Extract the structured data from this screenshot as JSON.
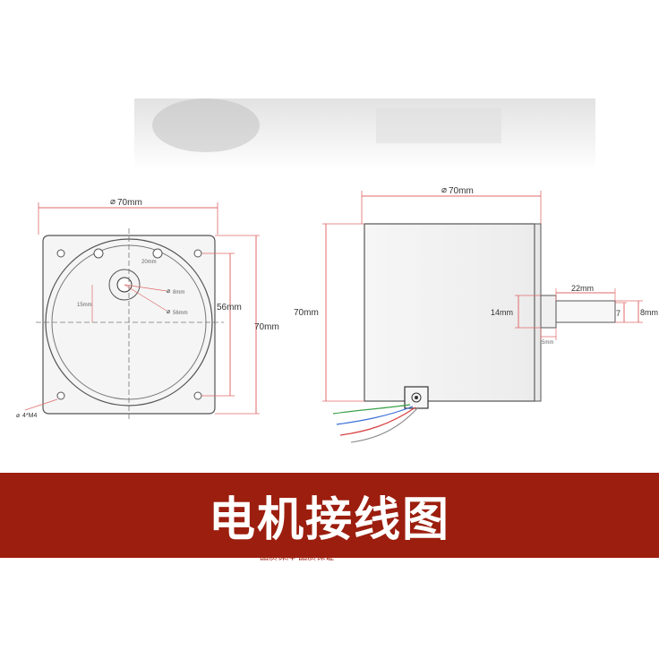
{
  "front_view": {
    "width_label": "70mm",
    "height_label": "70mm",
    "mount_spacing_label": "56mm",
    "screw_label": "4*M4",
    "shaft_offset_label": "15mm",
    "top_small_label": "20mm",
    "shaft_dia_label": "8mm",
    "boss_dia_label": "56mm"
  },
  "side_view": {
    "length_label": "70mm",
    "height_label": "70mm",
    "shaft_length_label": "22mm",
    "boss_dia_label": "14mm",
    "flat_label": "7",
    "shaft_dia_label": "8mm",
    "boss_len_label": "5mm"
  },
  "banner": {
    "title": "电机接线图",
    "footer": "品质保障 品质保证"
  },
  "colors": {
    "banner_bg": "#9c1e0e",
    "dimension_red": "#e06a6a",
    "wire_green": "#3aa24a",
    "wire_blue": "#3a6fd8",
    "wire_red": "#d84040"
  }
}
